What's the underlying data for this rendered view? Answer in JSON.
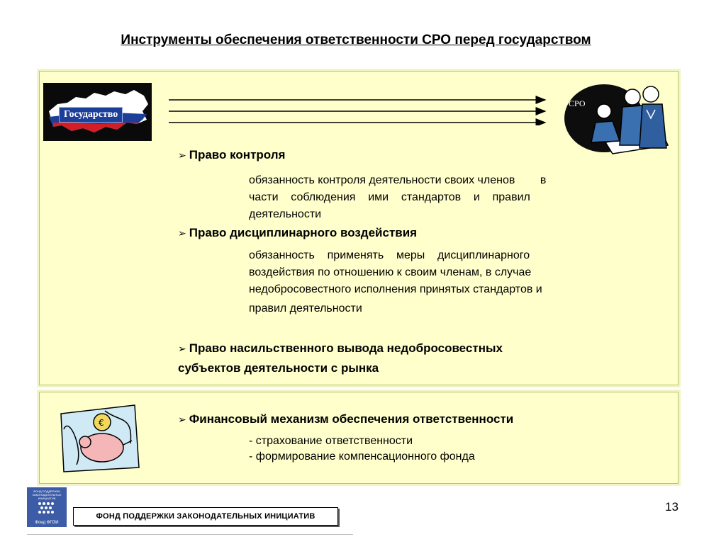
{
  "slide": {
    "title": "Инструменты обеспечения ответственности СРО перед государством",
    "page_number": "13"
  },
  "panel1": {
    "state_label": "Государство",
    "sro_label": "СРО",
    "items": [
      {
        "heading": "Право контроля",
        "lines": [
          "обязанность контроля деятельности своих членов        в",
          "части    соблюдения    ими    стандартов    и    правил",
          "деятельности"
        ]
      },
      {
        "heading": "Право дисциплинарного воздействия",
        "lines": [
          "обязанность    применять    меры    дисциплинарного",
          "воздействия по отношению к своим членам, в случае",
          "недобросовестного исполнения принятых стандартов и",
          "правил деятельности"
        ]
      },
      {
        "heading_line1": "Право насильственного вывода недобросовестных",
        "heading_line2": "субъектов деятельности с рынка"
      }
    ]
  },
  "panel2": {
    "heading": "Финансовый механизм обеспечения ответственности",
    "items": [
      "- страхование ответственности",
      "- формирование компенсационного фонда"
    ]
  },
  "footer": {
    "logo_text": "ФОНД ПОДДЕРЖКИ ЗАКОНОДАТЕЛЬНЫХ ИНИЦИАТИВ",
    "logo_caption": "Фонд ФПЗИ",
    "org_name": "ФОНД ПОДДЕРЖКИ ЗАКОНОДАТЕЛЬНЫХ ИНИЦИАТИВ"
  },
  "colors": {
    "panel_fill": "#ffffcc",
    "panel_border": "#b5c46a",
    "logo_blue": "#3d5ca7"
  }
}
